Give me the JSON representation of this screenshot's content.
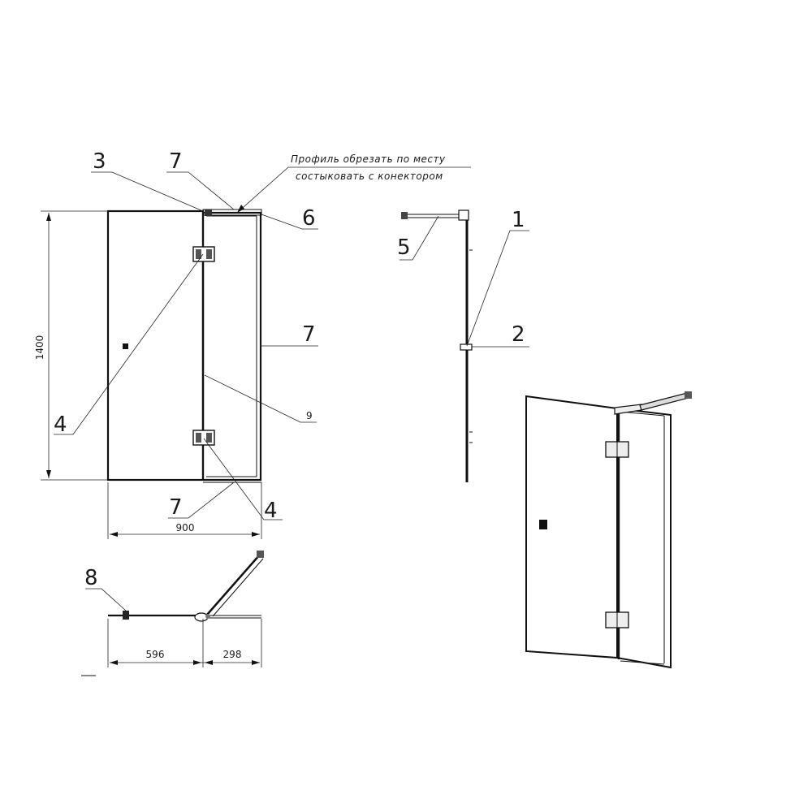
{
  "labels": {
    "front_3": "3",
    "front_7_top": "7",
    "front_6": "6",
    "front_7_right": "7",
    "front_9": "9",
    "front_4_left": "4",
    "front_7_bottom": "7",
    "front_4_bottom": "4",
    "side_5": "5",
    "side_1": "1",
    "side_2": "2",
    "plan_8": "8"
  },
  "note": {
    "line1": "Профиль обрезать по месту",
    "line2": "состыковать с конектором"
  },
  "dimensions": {
    "height": "1400",
    "width": "900",
    "plan_left": "596",
    "plan_right": "298"
  },
  "colors": {
    "line": "#111111",
    "background": "#ffffff"
  }
}
